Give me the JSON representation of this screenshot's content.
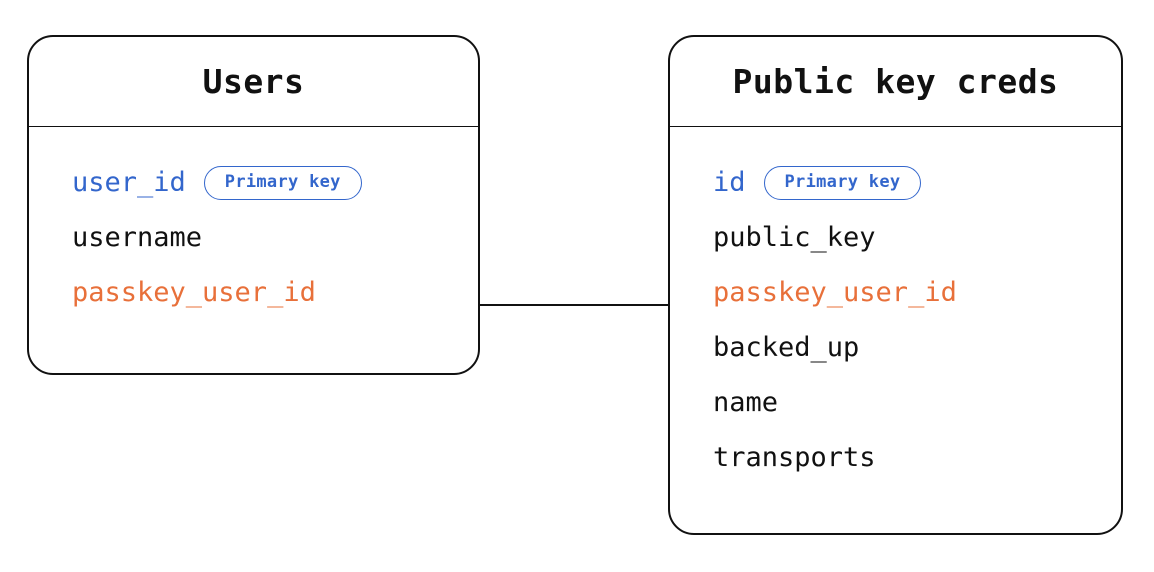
{
  "diagram": {
    "type": "entity-relationship-diagram",
    "background_color": "#ffffff",
    "colors": {
      "border": "#111111",
      "text": "#111111",
      "primary_key": "#3366cc",
      "foreign_key": "#e8703a",
      "badge_border": "#3366cc",
      "connector": "#111111"
    },
    "entities": [
      {
        "id": "users",
        "title": "Users",
        "fields": [
          {
            "name": "user_id",
            "role": "primary",
            "badge": "Primary key"
          },
          {
            "name": "username",
            "role": "plain",
            "badge": null
          },
          {
            "name": "passkey_user_id",
            "role": "foreign",
            "badge": null
          }
        ]
      },
      {
        "id": "public-key-creds",
        "title": "Public key creds",
        "fields": [
          {
            "name": "id",
            "role": "primary",
            "badge": "Primary key"
          },
          {
            "name": "public_key",
            "role": "plain",
            "badge": null
          },
          {
            "name": "passkey_user_id",
            "role": "foreign",
            "badge": null
          },
          {
            "name": "backed_up",
            "role": "plain",
            "badge": null
          },
          {
            "name": "name",
            "role": "plain",
            "badge": null
          },
          {
            "name": "transports",
            "role": "plain",
            "badge": null
          }
        ]
      }
    ],
    "relationships": [
      {
        "id": "users-to-public-key-creds",
        "from_entity": "users",
        "from_field": "passkey_user_id",
        "to_entity": "public-key-creds",
        "to_field": "passkey_user_id"
      }
    ]
  }
}
